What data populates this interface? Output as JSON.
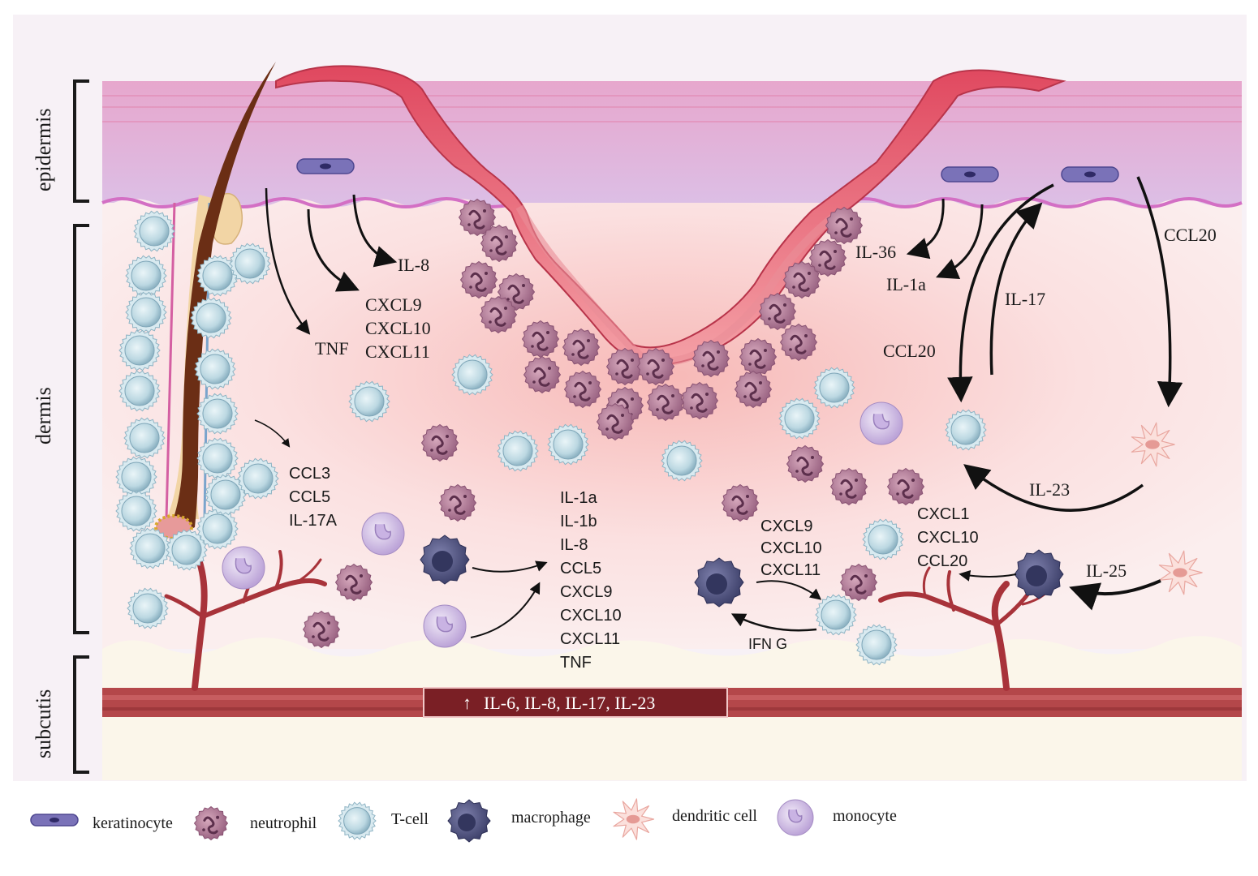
{
  "layers": {
    "epidermis": "epidermis",
    "dermis": "dermis",
    "subcutis": "subcutis"
  },
  "labels": {
    "il8_top": "IL-8",
    "cxcl_top": [
      "CXCL9",
      "CXCL10",
      "CXCL11"
    ],
    "tnf_top": "TNF",
    "ccl_left": [
      "CCL3",
      "CCL5",
      "IL-17A"
    ],
    "center_list": [
      "IL-1a",
      "IL-1b",
      "IL-8",
      "CCL5",
      "CXCL9",
      "CXCL10",
      "CXCL11",
      "TNF"
    ],
    "mid_right_list": [
      "CXCL9",
      "CXCL10",
      "CXCL11"
    ],
    "ifn": "IFN G",
    "il36": "IL-36",
    "il1a_right": "IL-1a",
    "il17_right": "IL-17",
    "ccl20_left": "CCL20",
    "ccl20_right": "CCL20",
    "il23": "IL-23",
    "right_list": [
      "CXCL1",
      "CXCL10",
      "CCL20"
    ],
    "il25": "IL-25"
  },
  "banner": {
    "arrow": "↑",
    "text": "IL-6, IL-8, IL-17, IL-23"
  },
  "legend": [
    {
      "key": "keratinocyte",
      "label": "keratinocyte"
    },
    {
      "key": "neutrophil",
      "label": "neutrophil"
    },
    {
      "key": "tcell",
      "label": "T-cell"
    },
    {
      "key": "macrophage",
      "label": "macrophage"
    },
    {
      "key": "dendritic",
      "label": "dendritic cell"
    },
    {
      "key": "monocyte",
      "label": "monocyte"
    }
  ],
  "colors": {
    "epidermis": "#dcb6e2",
    "dermis": "#fbe3e3",
    "lesion": "#e8606e",
    "subcutis": "#fbf6ea",
    "vessel": "#b4474a",
    "neutrophil": "#b47a95",
    "tcell": "#cfe4ec",
    "macrophage": "#545784",
    "monocyte": "#cfb9e4",
    "keratinocyte": "#7a72b8",
    "dendritic": "#f3c7c0"
  }
}
